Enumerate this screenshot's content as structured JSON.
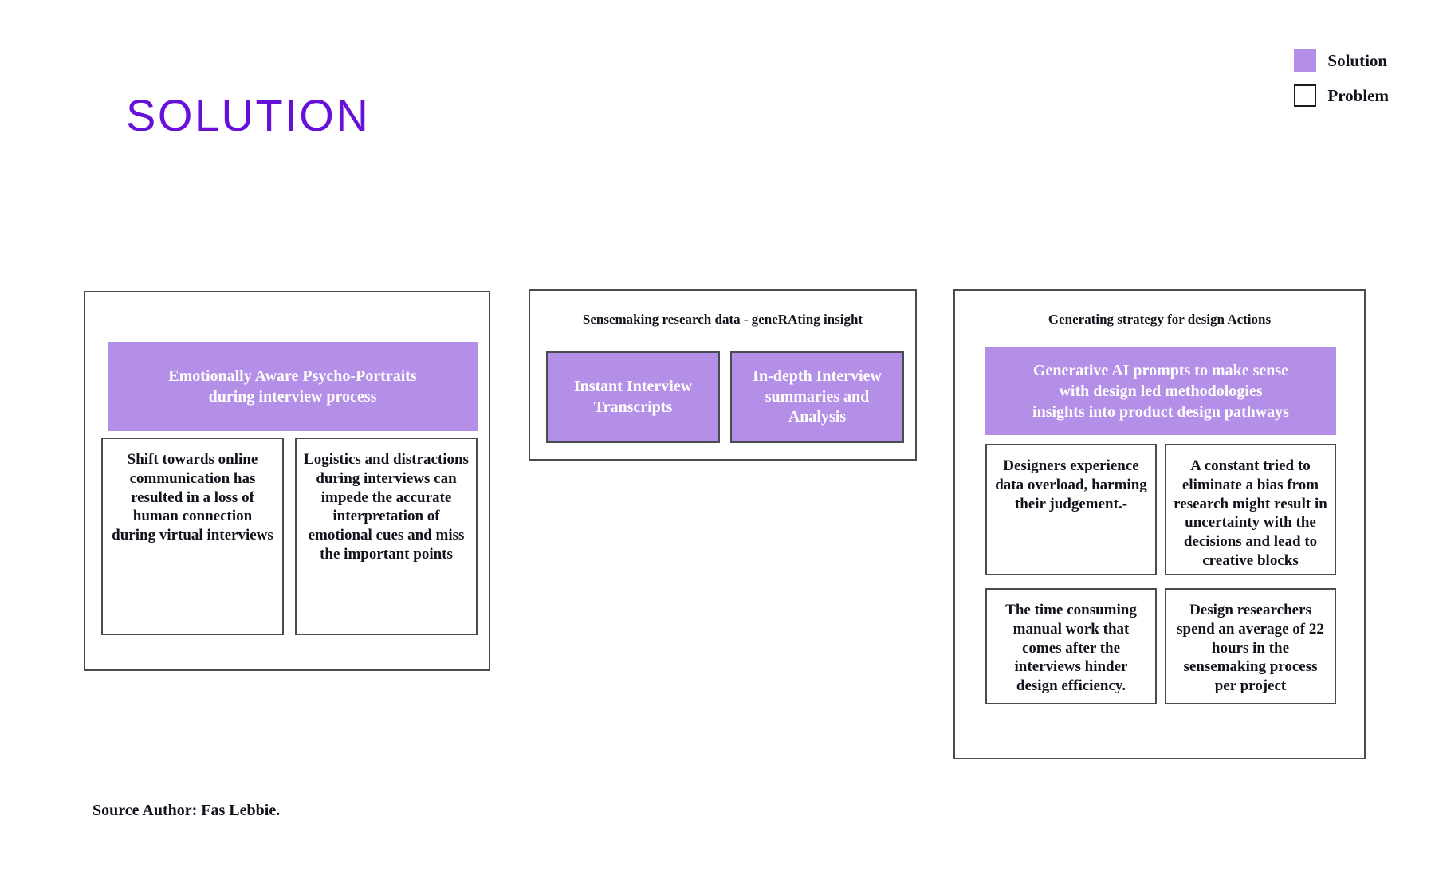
{
  "slide": {
    "title": "SOLUTION",
    "title_color": "#6610d8",
    "accent_purple": "#b48fe8",
    "source_note": "Source Author: Fas Lebbie."
  },
  "legend": {
    "items": [
      {
        "label": "Solution",
        "swatch": "filled-purple"
      },
      {
        "label": "Problem",
        "swatch": "outlined-white"
      }
    ]
  },
  "panels": [
    {
      "title": "",
      "solution_banner": "Emotionally Aware Psycho-Portraits\nduring interview process",
      "problems": [
        "Shift towards online communication has resulted in a loss of human connection during virtual interviews",
        "Logistics and distractions during interviews can impede the accurate interpretation of emotional cues and miss the important points"
      ]
    },
    {
      "title": "Sensemaking research data - geneRAting insight",
      "solution_cards": [
        "Instant Interview\nTranscripts",
        "In-depth Interview\nsummaries and\nAnalysis"
      ]
    },
    {
      "title": "Generating strategy for design Actions",
      "solution_banner": "Generative AI prompts to make sense\nwith  design led methodologies\ninsights into product design pathways",
      "problems": [
        "Designers experience data overload, harming their judgement.-",
        "A constant tried to eliminate a bias from research might result in uncertainty with the decisions and lead to creative blocks",
        "The time consuming manual work that comes after the interviews hinder design efficiency.",
        "Design researchers spend an average of 22 hours in the sensemaking process per project"
      ]
    }
  ]
}
